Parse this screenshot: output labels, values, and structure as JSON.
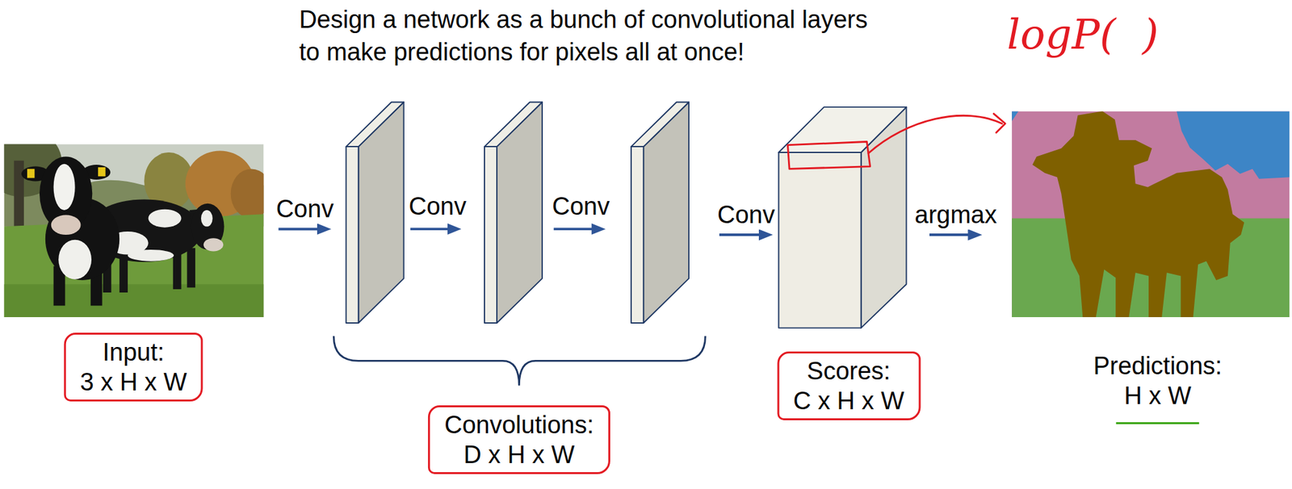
{
  "diagram": {
    "title": "Design a network as a bunch of convolutional layers to make predictions for pixels all at once!",
    "nodes": [
      {
        "text": [
          "Input:",
          "3 x H x W"
        ]
      },
      {
        "text": [
          "Convolutions:",
          "D x H x W"
        ]
      },
      {
        "text": [
          "Scores:",
          "C x H x W"
        ]
      },
      {
        "text": [
          "Predictions:",
          "H x W"
        ]
      }
    ],
    "edges": [
      {
        "from": 0,
        "to": 1,
        "arrow": "to",
        "label": "Conv"
      },
      {
        "from": 1,
        "to": 2,
        "arrow": "to",
        "label": "Conv"
      },
      {
        "from": 2,
        "to": 3,
        "arrow": "to",
        "label": "argmax"
      }
    ],
    "labels": [
      "Conv",
      "Conv",
      "logP(  )"
    ]
  }
}
